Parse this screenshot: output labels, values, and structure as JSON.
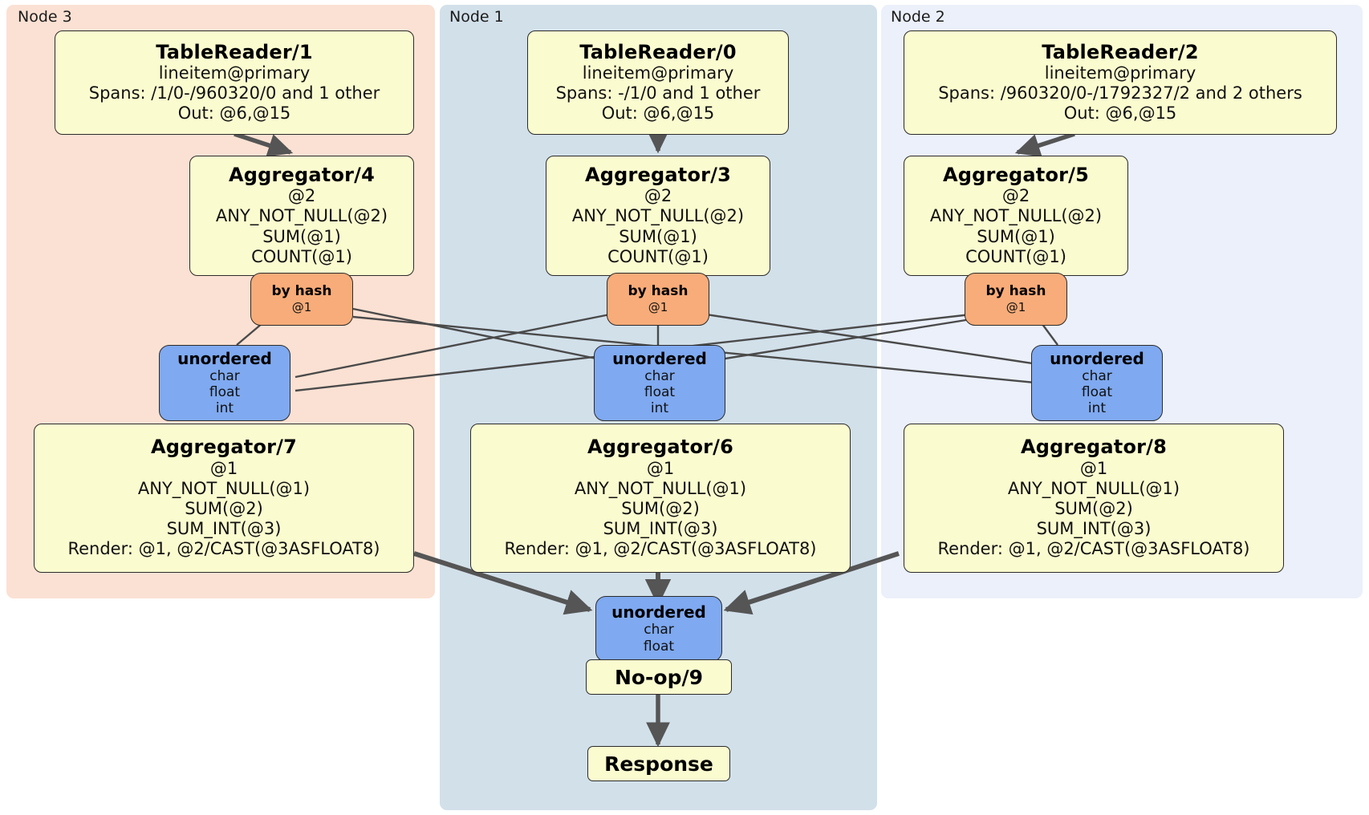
{
  "diagram": {
    "title": "Distributed SQL query physical plan",
    "colors": {
      "node3_panel": "#fbe1d3",
      "node1_panel": "#d2e0ea",
      "node2_panel": "#ebf0fa",
      "processor_fill": "#fbfbd0",
      "router_unordered_fill": "#7fa9f0",
      "router_hash_fill": "#f8ac79",
      "stroke": "#2b2b2b",
      "edge_thin": "#4a4a4a",
      "edge_thick": "#555555",
      "background": "#ffffff"
    }
  },
  "nodes": [
    {
      "id": "node3",
      "label": "Node 3"
    },
    {
      "id": "node1",
      "label": "Node 1"
    },
    {
      "id": "node2",
      "label": "Node 2"
    }
  ],
  "processors": {
    "table_reader_1": {
      "title": "TableReader/1",
      "lines": [
        "lineitem@primary",
        "Spans: /1/0-/960320/0 and 1 other",
        "Out: @6,@15"
      ]
    },
    "table_reader_0": {
      "title": "TableReader/0",
      "lines": [
        "lineitem@primary",
        "Spans: -/1/0 and 1 other",
        "Out: @6,@15"
      ]
    },
    "table_reader_2": {
      "title": "TableReader/2",
      "lines": [
        "lineitem@primary",
        "Spans: /960320/0-/1792327/2 and 2 others",
        "Out: @6,@15"
      ]
    },
    "aggregator_4": {
      "title": "Aggregator/4",
      "lines": [
        "@2",
        "ANY_NOT_NULL(@2)",
        "SUM(@1)",
        "COUNT(@1)"
      ]
    },
    "aggregator_3": {
      "title": "Aggregator/3",
      "lines": [
        "@2",
        "ANY_NOT_NULL(@2)",
        "SUM(@1)",
        "COUNT(@1)"
      ]
    },
    "aggregator_5": {
      "title": "Aggregator/5",
      "lines": [
        "@2",
        "ANY_NOT_NULL(@2)",
        "SUM(@1)",
        "COUNT(@1)"
      ]
    },
    "aggregator_7": {
      "title": "Aggregator/7",
      "lines": [
        "@1",
        "ANY_NOT_NULL(@1)",
        "SUM(@2)",
        "SUM_INT(@3)",
        "Render: @1, @2/CAST(@3ASFLOAT8)"
      ]
    },
    "aggregator_6": {
      "title": "Aggregator/6",
      "lines": [
        "@1",
        "ANY_NOT_NULL(@1)",
        "SUM(@2)",
        "SUM_INT(@3)",
        "Render: @1, @2/CAST(@3ASFLOAT8)"
      ]
    },
    "aggregator_8": {
      "title": "Aggregator/8",
      "lines": [
        "@1",
        "ANY_NOT_NULL(@1)",
        "SUM(@2)",
        "SUM_INT(@3)",
        "Render: @1, @2/CAST(@3ASFLOAT8)"
      ]
    },
    "noop_9": {
      "title": "No-op/9"
    },
    "response": {
      "title": "Response"
    }
  },
  "routers": {
    "hash_left": {
      "title": "by hash",
      "lines": [
        "@1"
      ]
    },
    "hash_mid": {
      "title": "by hash",
      "lines": [
        "@1"
      ]
    },
    "hash_right": {
      "title": "by hash",
      "lines": [
        "@1"
      ]
    },
    "unordered_left": {
      "title": "unordered",
      "lines": [
        "char",
        "float",
        "int"
      ]
    },
    "unordered_mid": {
      "title": "unordered",
      "lines": [
        "char",
        "float",
        "int"
      ]
    },
    "unordered_right": {
      "title": "unordered",
      "lines": [
        "char",
        "float",
        "int"
      ]
    },
    "unordered_final": {
      "title": "unordered",
      "lines": [
        "char",
        "float"
      ]
    }
  }
}
